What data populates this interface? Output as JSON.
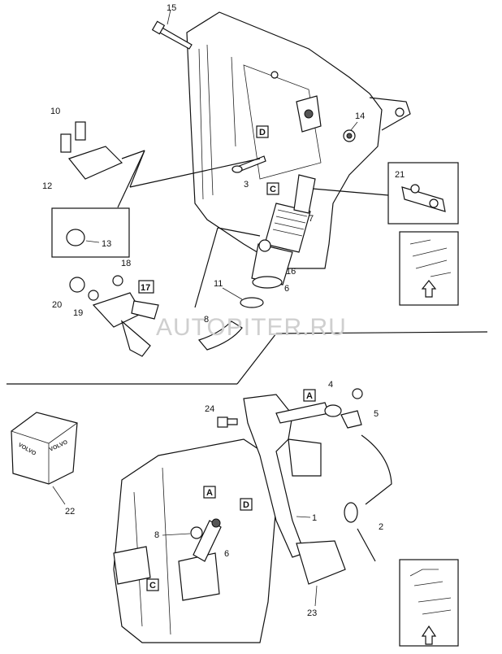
{
  "watermark": "AUTOPITER.RU",
  "volvo_box_text": "VOLVO",
  "callouts": {
    "c1": "1",
    "c2": "2",
    "c3": "3",
    "c4": "4",
    "c5": "5",
    "c6a": "6",
    "c6b": "6",
    "c7": "7",
    "c8a": "8",
    "c8b": "8",
    "c10": "10",
    "c11": "11",
    "c12": "12",
    "c13": "13",
    "c14": "14",
    "c15": "15",
    "c16": "16",
    "c17": "17",
    "c18": "18",
    "c19": "19",
    "c20": "20",
    "c21": "21",
    "c22": "22",
    "c23": "23",
    "c24": "24"
  },
  "boxed_labels": {
    "d_top": "D",
    "c_top": "C",
    "a_bottom1": "A",
    "a_bottom2": "A",
    "d_bottom": "D",
    "c_bottom": "C"
  }
}
